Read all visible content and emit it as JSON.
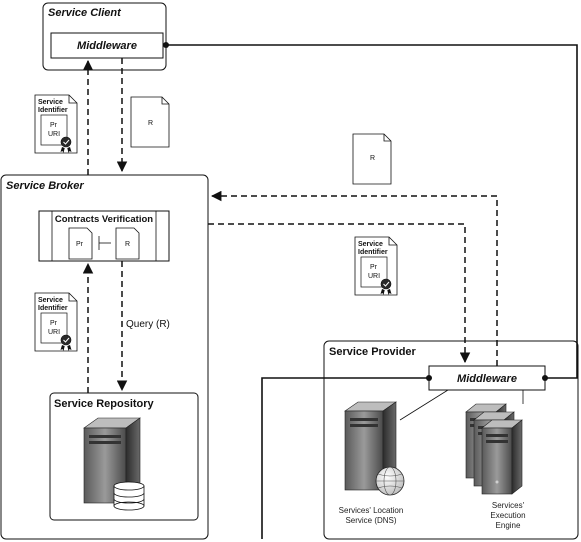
{
  "service_client": {
    "title": "Service Client",
    "middleware_label": "Middleware"
  },
  "service_broker": {
    "title": "Service Broker",
    "contracts_verification": {
      "title": "Contracts Verification",
      "left_doc": "Pr",
      "right_doc": "R"
    },
    "query_label": "Query (R)"
  },
  "service_repository": {
    "title": "Service Repository"
  },
  "service_provider": {
    "title": "Service Provider",
    "middleware_label": "Middleware",
    "location_service_caption": [
      "Services' Location",
      "Service (DNS)"
    ],
    "execution_engine_caption": [
      "Services'",
      "Execution",
      "Engine"
    ]
  },
  "documents": {
    "request_label": "R"
  },
  "certificates": {
    "title_line1": "Service",
    "title_line2": "Identifier",
    "inner_line1": "Pr",
    "inner_line2": "URI"
  },
  "colors": {
    "line": "#111111",
    "server_dark": "#3c3c3c",
    "server_mid": "#8a8a8a",
    "server_light": "#d6d6d6"
  }
}
